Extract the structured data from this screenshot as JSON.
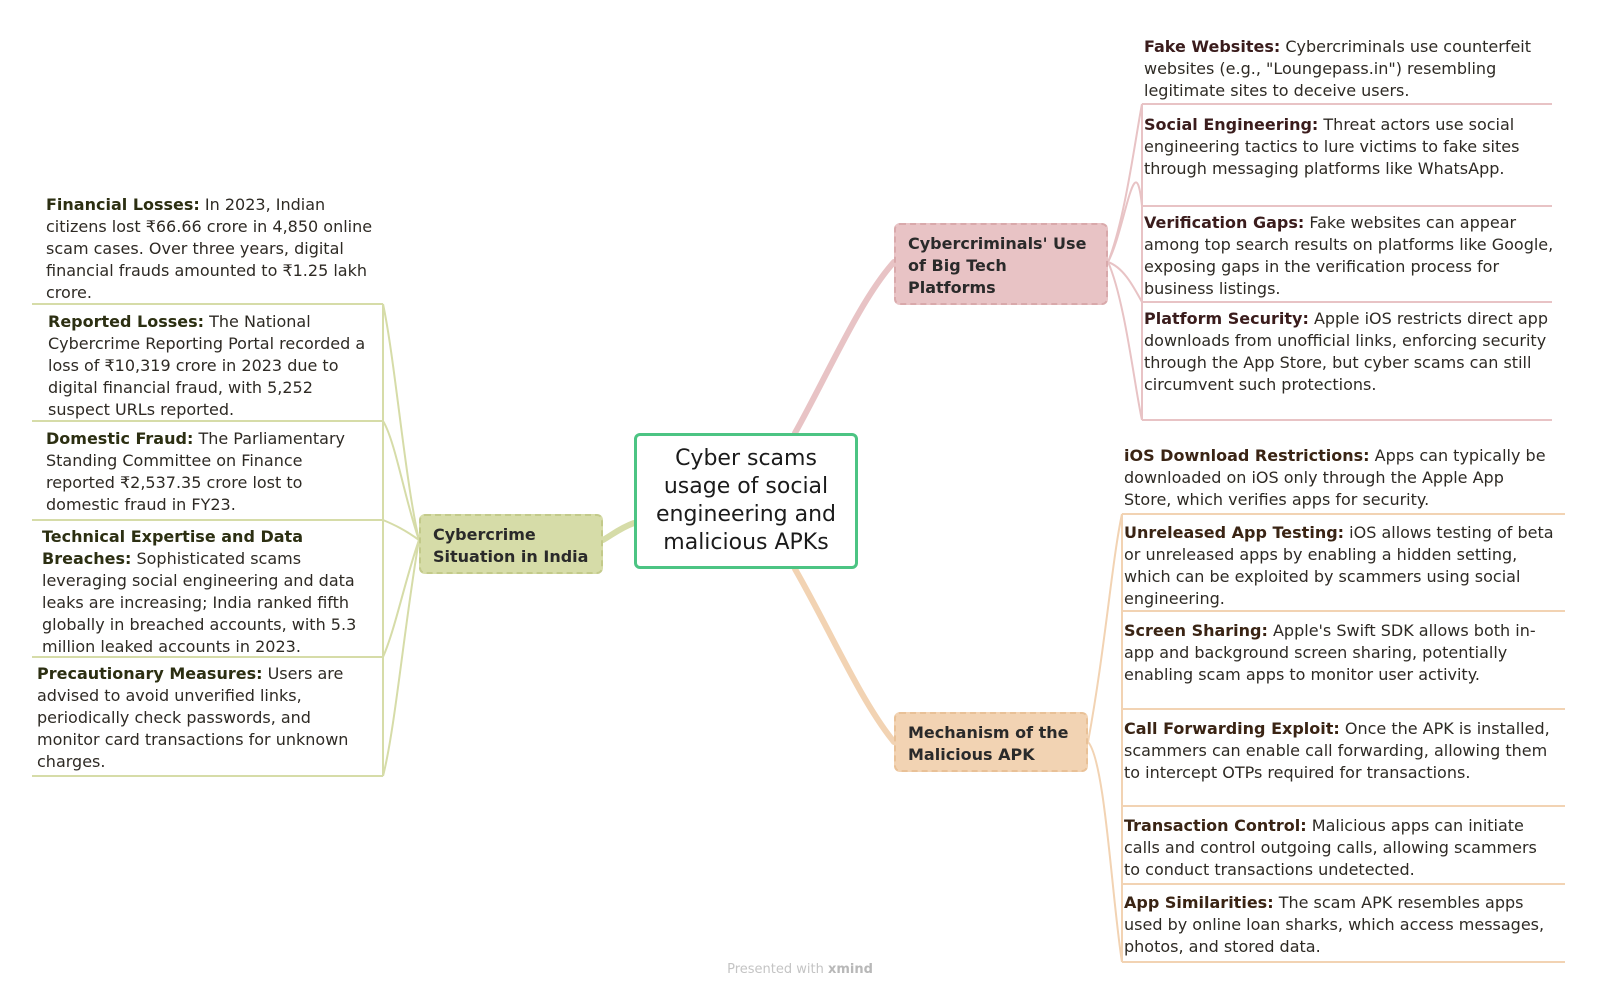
{
  "central": {
    "title": "Cyber scams usage of social engineering and malicious APKs"
  },
  "branches": [
    {
      "label": "Cybercriminals' Use of Big Tech Platforms",
      "items": [
        {
          "title": "Fake Websites:",
          "text": "Cybercriminals use counterfeit websites (e.g., \"Loungepass.in\") resembling legitimate sites to deceive users."
        },
        {
          "title": "Social Engineering:",
          "text": "Threat actors use social engineering tactics to lure victims to fake sites through messaging platforms like WhatsApp."
        },
        {
          "title": "Verification Gaps:",
          "text": "Fake websites can appear among top search results on platforms like Google, exposing gaps in the verification process for business listings."
        },
        {
          "title": "Platform Security:",
          "text": "Apple iOS restricts direct app downloads from unofficial links, enforcing security through the App Store, but cyber scams can still circumvent such protections."
        }
      ]
    },
    {
      "label": "Cybercrime Situation in India",
      "items": [
        {
          "title": "Financial Losses:",
          "text": "In 2023, Indian citizens lost ₹66.66 crore in 4,850 online scam cases. Over three years, digital financial frauds amounted to ₹1.25 lakh crore."
        },
        {
          "title": "Reported Losses:",
          "text": "The National Cybercrime Reporting Portal recorded a loss of ₹10,319 crore in 2023 due to digital financial fraud, with 5,252 suspect URLs reported."
        },
        {
          "title": "Domestic Fraud:",
          "text": "The Parliamentary Standing Committee on Finance reported ₹2,537.35 crore lost to domestic fraud in FY23."
        },
        {
          "title": "Technical Expertise and Data Breaches:",
          "text": "Sophisticated scams leveraging social engineering and data leaks are increasing; India ranked fifth globally in breached accounts, with 5.3 million leaked accounts in 2023."
        },
        {
          "title": "Precautionary Measures:",
          "text": "Users are advised to avoid unverified links, periodically check passwords, and monitor card transactions for unknown charges."
        }
      ]
    },
    {
      "label": "Mechanism of the Malicious APK",
      "items": [
        {
          "title": "iOS Download Restrictions:",
          "text": "Apps can typically be downloaded on iOS only through the Apple App Store, which verifies apps for security."
        },
        {
          "title": "Unreleased App Testing:",
          "text": "iOS allows testing of beta or unreleased apps by enabling a hidden setting, which can be exploited by scammers using social engineering."
        },
        {
          "title": "Screen Sharing:",
          "text": "Apple's Swift SDK allows both in-app and background screen sharing, potentially enabling scam apps to monitor user activity."
        },
        {
          "title": "Call Forwarding Exploit:",
          "text": "Once the APK is installed, scammers can enable call forwarding, allowing them to intercept OTPs required for transactions."
        },
        {
          "title": "Transaction Control:",
          "text": "Malicious apps can initiate calls and control outgoing calls, allowing scammers to conduct transactions undetected."
        },
        {
          "title": "App Similarities:",
          "text": "The scam APK resembles apps used by online loan sharks, which access messages, photos, and stored data."
        }
      ]
    }
  ],
  "footer": {
    "prefix": "Presented with",
    "brand": "xmind"
  },
  "colors": {
    "central_border": "#4cc483",
    "pink": "#e8c3c5",
    "green": "#d6dca8",
    "orange": "#f2d3b3"
  }
}
